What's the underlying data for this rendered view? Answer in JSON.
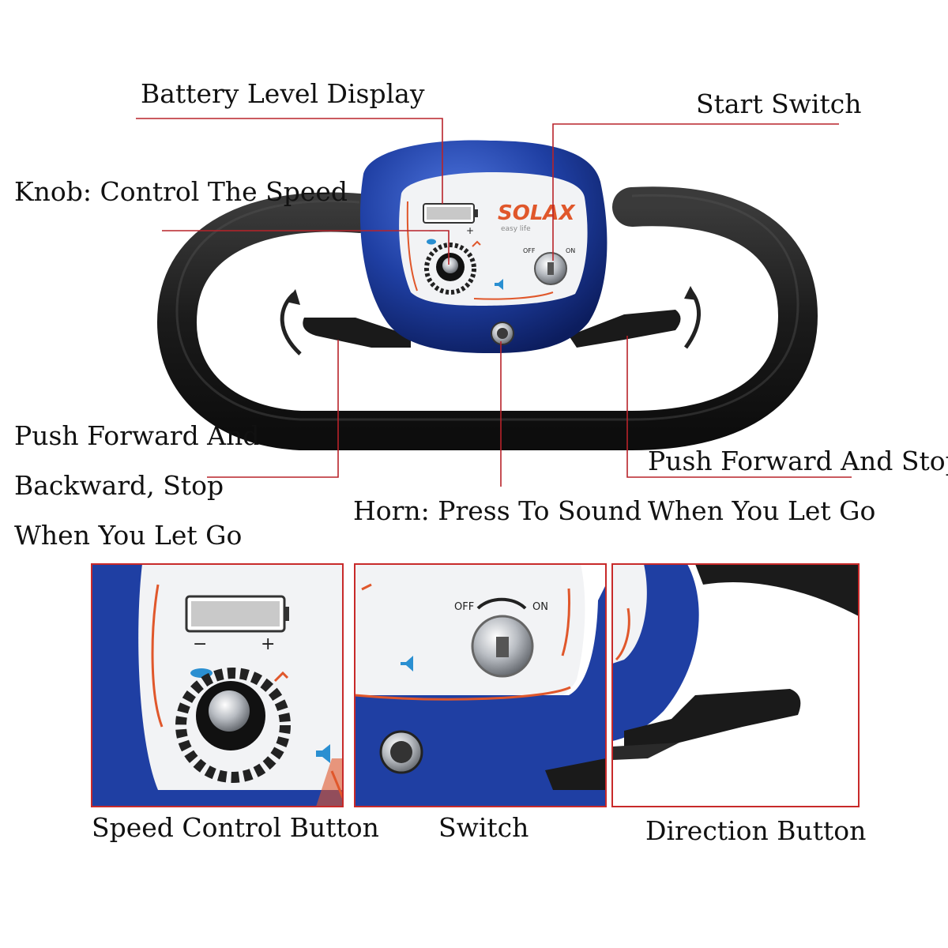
{
  "labels": {
    "battery": "Battery Level Display",
    "start_switch": "Start Switch",
    "knob": "Knob: Control The Speed",
    "left_lever": [
      "Push Forward And",
      "Backward, Stop",
      "When You Let Go"
    ],
    "horn": "Horn: Press To Sound",
    "right_lever": [
      "Push Forward And Stop",
      "When You Let Go"
    ]
  },
  "panel": {
    "brand": "SOLAX",
    "tagline": "easy life",
    "off": "OFF",
    "on": "ON",
    "minus": "−",
    "plus": "+"
  },
  "captions": {
    "speed_control": "Speed Control Button",
    "switch": "Switch",
    "direction": "Direction Button"
  },
  "colors": {
    "accent_red": "#b8232a",
    "body_blue": "#1f3fa3",
    "handle_black": "#1b1b1b",
    "panel_white": "#f2f3f5",
    "brand_orange": "#e0572b"
  },
  "icons": [
    "battery-icon",
    "turtle-icon",
    "rabbit-icon",
    "speaker-icon",
    "key-lock-icon",
    "horn-button-icon",
    "rotation-arrow-icon"
  ]
}
